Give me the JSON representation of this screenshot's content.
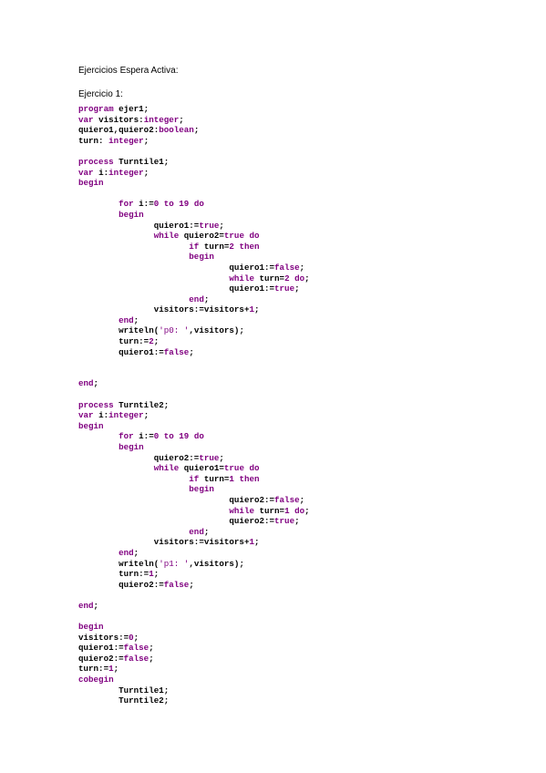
{
  "document": {
    "title": "Ejercicios Espera Activa:",
    "section": "Ejercicio 1:",
    "code_lines": [
      [
        {
          "t": "program ",
          "k": 1
        },
        {
          "t": "ejer1;"
        }
      ],
      [
        {
          "t": "var ",
          "k": 1
        },
        {
          "t": "visitors:"
        },
        {
          "t": "integer",
          "k": 1
        },
        {
          "t": ";"
        }
      ],
      [
        {
          "t": "quiero1,quiero2:"
        },
        {
          "t": "boolean",
          "k": 1
        },
        {
          "t": ";"
        }
      ],
      [
        {
          "t": "turn: "
        },
        {
          "t": "integer",
          "k": 1
        },
        {
          "t": ";"
        }
      ],
      [
        {
          "t": ""
        }
      ],
      [
        {
          "t": "process ",
          "k": 1
        },
        {
          "t": "Turntile1;"
        }
      ],
      [
        {
          "t": "var ",
          "k": 1
        },
        {
          "t": "i:"
        },
        {
          "t": "integer",
          "k": 1
        },
        {
          "t": ";"
        }
      ],
      [
        {
          "t": "begin",
          "k": 1
        }
      ],
      [
        {
          "t": ""
        }
      ],
      [
        {
          "t": "        "
        },
        {
          "t": "for ",
          "k": 1
        },
        {
          "t": "i:="
        },
        {
          "t": "0 ",
          "k": 1
        },
        {
          "t": "to ",
          "k": 1
        },
        {
          "t": "19 ",
          "k": 1
        },
        {
          "t": "do",
          "k": 1
        }
      ],
      [
        {
          "t": "        "
        },
        {
          "t": "begin",
          "k": 1
        }
      ],
      [
        {
          "t": "               quiero1:="
        },
        {
          "t": "true",
          "k": 1
        },
        {
          "t": ";"
        }
      ],
      [
        {
          "t": "               "
        },
        {
          "t": "while ",
          "k": 1
        },
        {
          "t": "quiero2="
        },
        {
          "t": "true ",
          "k": 1
        },
        {
          "t": "do",
          "k": 1
        }
      ],
      [
        {
          "t": "                      "
        },
        {
          "t": "if ",
          "k": 1
        },
        {
          "t": "turn="
        },
        {
          "t": "2 ",
          "k": 1
        },
        {
          "t": "then",
          "k": 1
        }
      ],
      [
        {
          "t": "                      "
        },
        {
          "t": "begin",
          "k": 1
        }
      ],
      [
        {
          "t": "                              quiero1:="
        },
        {
          "t": "false",
          "k": 1
        },
        {
          "t": ";"
        }
      ],
      [
        {
          "t": "                              "
        },
        {
          "t": "while ",
          "k": 1
        },
        {
          "t": "turn="
        },
        {
          "t": "2 ",
          "k": 1
        },
        {
          "t": "do",
          "k": 1
        },
        {
          "t": ";"
        }
      ],
      [
        {
          "t": "                              quiero1:="
        },
        {
          "t": "true",
          "k": 1
        },
        {
          "t": ";"
        }
      ],
      [
        {
          "t": "                      "
        },
        {
          "t": "end",
          "k": 1
        },
        {
          "t": ";"
        }
      ],
      [
        {
          "t": "               visitors:=visitors+"
        },
        {
          "t": "1",
          "k": 1
        },
        {
          "t": ";"
        }
      ],
      [
        {
          "t": "        "
        },
        {
          "t": "end",
          "k": 1
        },
        {
          "t": ";"
        }
      ],
      [
        {
          "t": "        writeln("
        },
        {
          "t": "'p0: '",
          "s": 1
        },
        {
          "t": ",visitors);"
        }
      ],
      [
        {
          "t": "        turn:="
        },
        {
          "t": "2",
          "k": 1
        },
        {
          "t": ";"
        }
      ],
      [
        {
          "t": "        quiero1:="
        },
        {
          "t": "false",
          "k": 1
        },
        {
          "t": ";"
        }
      ],
      [
        {
          "t": ""
        }
      ],
      [
        {
          "t": ""
        }
      ],
      [
        {
          "t": "end",
          "k": 1
        },
        {
          "t": ";"
        }
      ],
      [
        {
          "t": ""
        }
      ],
      [
        {
          "t": "process ",
          "k": 1
        },
        {
          "t": "Turntile2;"
        }
      ],
      [
        {
          "t": "var ",
          "k": 1
        },
        {
          "t": "i:"
        },
        {
          "t": "integer",
          "k": 1
        },
        {
          "t": ";"
        }
      ],
      [
        {
          "t": "begin",
          "k": 1
        }
      ],
      [
        {
          "t": "        "
        },
        {
          "t": "for ",
          "k": 1
        },
        {
          "t": "i:="
        },
        {
          "t": "0 ",
          "k": 1
        },
        {
          "t": "to ",
          "k": 1
        },
        {
          "t": "19 ",
          "k": 1
        },
        {
          "t": "do",
          "k": 1
        }
      ],
      [
        {
          "t": "        "
        },
        {
          "t": "begin",
          "k": 1
        }
      ],
      [
        {
          "t": "               quiero2:="
        },
        {
          "t": "true",
          "k": 1
        },
        {
          "t": ";"
        }
      ],
      [
        {
          "t": "               "
        },
        {
          "t": "while ",
          "k": 1
        },
        {
          "t": "quiero1="
        },
        {
          "t": "true ",
          "k": 1
        },
        {
          "t": "do",
          "k": 1
        }
      ],
      [
        {
          "t": "                      "
        },
        {
          "t": "if ",
          "k": 1
        },
        {
          "t": "turn="
        },
        {
          "t": "1 ",
          "k": 1
        },
        {
          "t": "then",
          "k": 1
        }
      ],
      [
        {
          "t": "                      "
        },
        {
          "t": "begin",
          "k": 1
        }
      ],
      [
        {
          "t": "                              quiero2:="
        },
        {
          "t": "false",
          "k": 1
        },
        {
          "t": ";"
        }
      ],
      [
        {
          "t": "                              "
        },
        {
          "t": "while ",
          "k": 1
        },
        {
          "t": "turn="
        },
        {
          "t": "1 ",
          "k": 1
        },
        {
          "t": "do",
          "k": 1
        },
        {
          "t": ";"
        }
      ],
      [
        {
          "t": "                              quiero2:="
        },
        {
          "t": "true",
          "k": 1
        },
        {
          "t": ";"
        }
      ],
      [
        {
          "t": "                      "
        },
        {
          "t": "end",
          "k": 1
        },
        {
          "t": ";"
        }
      ],
      [
        {
          "t": "               visitors:=visitors+"
        },
        {
          "t": "1",
          "k": 1
        },
        {
          "t": ";"
        }
      ],
      [
        {
          "t": "        "
        },
        {
          "t": "end",
          "k": 1
        },
        {
          "t": ";"
        }
      ],
      [
        {
          "t": "        writeln("
        },
        {
          "t": "'p1: '",
          "s": 1
        },
        {
          "t": ",visitors);"
        }
      ],
      [
        {
          "t": "        turn:="
        },
        {
          "t": "1",
          "k": 1
        },
        {
          "t": ";"
        }
      ],
      [
        {
          "t": "        quiero2:="
        },
        {
          "t": "false",
          "k": 1
        },
        {
          "t": ";"
        }
      ],
      [
        {
          "t": ""
        }
      ],
      [
        {
          "t": "end",
          "k": 1
        },
        {
          "t": ";"
        }
      ],
      [
        {
          "t": ""
        }
      ],
      [
        {
          "t": "begin",
          "k": 1
        }
      ],
      [
        {
          "t": "visitors:="
        },
        {
          "t": "0",
          "k": 1
        },
        {
          "t": ";"
        }
      ],
      [
        {
          "t": "quiero1:="
        },
        {
          "t": "false",
          "k": 1
        },
        {
          "t": ";"
        }
      ],
      [
        {
          "t": "quiero2:="
        },
        {
          "t": "false",
          "k": 1
        },
        {
          "t": ";"
        }
      ],
      [
        {
          "t": "turn:="
        },
        {
          "t": "1",
          "k": 1
        },
        {
          "t": ";"
        }
      ],
      [
        {
          "t": "cobegin",
          "k": 1
        }
      ],
      [
        {
          "t": "        Turntile1;"
        }
      ],
      [
        {
          "t": "        Turntile2;"
        }
      ]
    ]
  },
  "colors": {
    "keyword": "#800080",
    "text": "#000000",
    "background": "#ffffff"
  }
}
